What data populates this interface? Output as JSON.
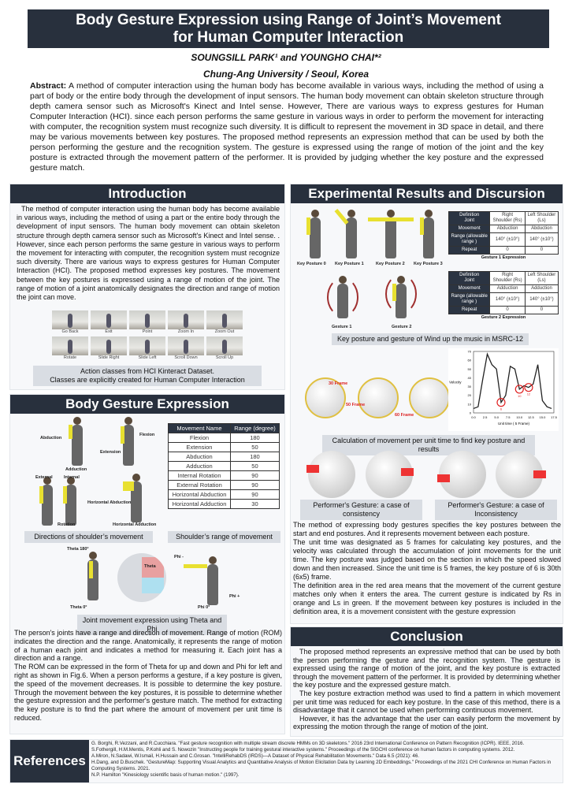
{
  "title": {
    "line1": "Body Gesture Expression using Range of Joint’s Movement",
    "line2": "for Human Computer Interaction"
  },
  "authors": "SOUNGSILL PARK¹ and YOUNGHO CHAI*²",
  "affiliation": "Chung-Ang University / Seoul, Korea",
  "abstract": {
    "label": "Abstract:",
    "text": " A method of computer interaction using the human body has become available in various ways, including the method of using a part of body or the entire body through the development of input sensors. The human body movement can obtain skeleton structure through depth camera sensor such as Microsoft's Kinect and Intel sense. However, There are various ways to express gestures for Human Computer Interaction (HCI). since each person performs the same gesture in various ways in order to perform the movement for interacting with computer, the recognition system must recognize such diversity. It is difficult to represent the movement in 3D space in detail, and there may be various movements between key postures. The proposed method represents an expression method that can be used by both the person performing the gesture and the recognition system. The gesture is expressed using the range of motion of the joint and the key posture is extracted through the movement pattern of the performer. It is provided by judging whether the key posture and the expressed gesture match."
  },
  "introduction": {
    "heading": "Introduction",
    "text": "The method of computer interaction using the human body has become available in various ways, including the method of using a part or the entire body through the development of input sensors. The human body movement can obtain skeleton structure through depth camera sensor such as Microsoft's Kinect and Intel sense. . However, since each person performs the same gesture in various ways to perform the movement for interacting with computer, the recognition system must recognize such diversity. There are various ways to express gestures for Human Computer Interaction (HCI). The proposed method expresses key postures. The movement between the key postures is expressed using a range of motion of the joint. The range of motion of a joint anatomically designates the direction and range of motion the joint can move.",
    "action_classes": [
      "Go Back",
      "Exit",
      "Point",
      "Zoom In",
      "Zoom Out",
      "Rotate",
      "Slide Right",
      "Slide Left",
      "Scroll Down",
      "Scroll Up"
    ],
    "caption1": "Action classes from HCI Kinteract Dataset.",
    "caption2": "Classes are explicitly created for Human Computer Interaction"
  },
  "body_gesture": {
    "heading": "Body Gesture Expression",
    "figure_labels": {
      "abduction": "Abduction",
      "flexion": "Flexion",
      "extension": "Extension",
      "adduction": "Adduction",
      "external": "External",
      "internal": "Internal",
      "rotation": "Rotation",
      "h_abduction": "Horizontal Abduction",
      "h_adduction": "Horizontal Adduction"
    },
    "table_headers": [
      "Movement Name",
      "Range (degree)"
    ],
    "table_rows": [
      [
        "Flexion",
        "180"
      ],
      [
        "Extension",
        "50"
      ],
      [
        "Abduction",
        "180"
      ],
      [
        "Adduction",
        "50"
      ],
      [
        "Internal Rotation",
        "90"
      ],
      [
        "External Rotation",
        "90"
      ],
      [
        "Horizontal Abduction",
        "90"
      ],
      [
        "Horizontal Adduction",
        "30"
      ]
    ],
    "caption_directions": "Directions of shoulder’s movement",
    "caption_range": "Shoulder’s range of movement",
    "theta_phi_labels": {
      "theta180": "Theta 180°",
      "theta0": "Theta 0°",
      "theta": "Theta",
      "phi_plus": "Phi +",
      "phi_minus": "Phi -",
      "phi0": "Phi 0°"
    },
    "caption_theta_phi": "Joint movement expression using Theta and Phi",
    "text": "The person's joints have a range and direction of movement. Range of motion (ROM) indicates the direction and the range. Anatomically, it represents the range of motion of a human each joint and indicates a method for measuring it. Each joint has a direction and a range.\nThe ROM can be expressed in the form of Theta for up and down and Phi for left and right as shown in Fig.6.  When a person performs a gesture, if a key posture is given, the speed of the movement decreases. It is possible to determine the key posture. Through the movement between the key postures, it is possible to determine whether the gesture expression and the performer's gesture match. The method for extracting the key posture is to find the part where the amount of movement per unit time is reduced."
  },
  "experimental": {
    "heading": "Experimental Results and Discursion",
    "key_postures": [
      "Key Posture 0",
      "Key Posture 1",
      "Key Posture 2",
      "Key Posture 3"
    ],
    "gestures": [
      "Gesture 1",
      "Gesture 2"
    ],
    "expr_tables": [
      {
        "caption": "Gesture 1 Expression",
        "def": "Definition",
        "joint": "Joint",
        "cols": [
          "Right Shoulder (Rs)",
          "Left Shoulder (Ls)"
        ],
        "movement_label": "Movement",
        "movement": [
          "Abduction",
          "Abduction"
        ],
        "range_label": "Range (allowable range )",
        "range": [
          "140° (±10°)",
          "140° (±10°)"
        ],
        "repeat_label": "Repeat",
        "repeat": [
          "0",
          "0"
        ]
      },
      {
        "caption": "Gesture 2 Expression",
        "def": "Definition",
        "joint": "Joint",
        "cols": [
          "Right Shoulder (Rs)",
          "Left Shoulder (Ls)"
        ],
        "movement_label": "Movement",
        "movement": [
          "Adduction",
          "Adduction"
        ],
        "range_label": "Range (allowable range )",
        "range": [
          "140° (±10°)",
          "140° (±10°)"
        ],
        "repeat_label": "Repeat",
        "repeat": [
          "0",
          "0"
        ]
      }
    ],
    "caption_wind": "Key posture and gesture of Wind up the music in MSRC-12",
    "frame_labels": [
      "30 Frame",
      "50 Frame",
      "60 Frame"
    ],
    "caption_calc": "Calculation of movement per unit time to find key posture and results",
    "caption_consistency": "Performer's Gesture: a case of consistency",
    "caption_inconsistency": "Performer's Gesture: a case of Inconsistency",
    "text": "The method of expressing body gestures specifies the key postures between the start and end postures. And it represents movement between each posture.\nThe unit time was designated as 5 frames for calculating key postures, and the velocity was calculated through the accumulation of joint movements for the unit time. The key posture was judged based on the section in which the speed slowed down and then increased. Since the unit time is 5 frames, the key posture of 6 is 30th (6x5) frame.\nThe definition area in the red area means that the movement of the current gesture matches only when it enters the area.  The current gesture is indicated by Rs in orange and Ls in green. If the movement between key postures is included in the definition area, it is a movement consistent with the gesture expression"
  },
  "conclusion": {
    "heading": "Conclusion",
    "paragraphs": [
      "The proposed method represents an expressive method that can be used by both the person performing the gesture and the recognition system. The gesture is expressed using the range of motion of the joint, and the key posture is extracted through the movement pattern of the performer. It is provided by determining whether the key posture and the expressed gesture match.",
      "The key posture extraction method was used to find a pattern in which movement per unit time was reduced for each key posture. In the case of this method, there is a disadvantage that it cannot be used when performing continuous movement.",
      "However, it has the advantage that the user can easily perform the movement by expressing the motion through the range of motion of the joint."
    ]
  },
  "references": {
    "heading": "References",
    "items": [
      "G. Borghi, R.Vezzani, and R.Cucchiara. \"Fast gesture recognition with multiple stream discrete HMMs on 3D skeletons.\" 2016 23rd International Conference on Pattern Recognition (ICPR). IEEE, 2016.",
      "S.Fothergill, H.M.Mentis,  P.Kohli and S. Nowozin \"Instructing people for training gestural interactive systems.\" Proceedings of the SIGCHI conference on human factors in computing systems. 2012.",
      "A.Miron, N.Sadawi, W.Ismail, H.Hussain and C.Grosan. \"IntelliRehabDS (IRDS)—A Dataset of Physical Rehabilitation Movements.\" Data 6.5 (2021): 46.",
      "H.Dang, and D.Buschek. \"GestureMap: Supporting Visual Analytics and Quantitative Analysis of Motion Elicitation Data by Learning 2D Embeddings.\" Proceedings of the 2021 CHI Conference on Human Factors in Computing Systems. 2021.",
      "N.P. Hamilton \"Kinesiology scientific basis of human motion.\" (1997)."
    ]
  },
  "chart_data": {
    "type": "line",
    "title": "",
    "xlabel": "Unit time ( 5 Frame)",
    "ylabel": "Velocity",
    "x": [
      0,
      1,
      2,
      3,
      4,
      5,
      6,
      7,
      8,
      9,
      10,
      11,
      12,
      13,
      14,
      15,
      16,
      17
    ],
    "values": [
      5,
      7,
      38,
      67,
      55,
      50,
      12,
      20,
      53,
      50,
      27,
      31,
      29,
      33,
      55,
      14,
      7,
      5
    ],
    "xlim": [
      0,
      17.5
    ],
    "ylim": [
      0,
      70
    ],
    "xticks": [
      "0.0",
      "2.5",
      "5.0",
      "7.5",
      "10.0",
      "12.5",
      "15.0",
      "17.5"
    ],
    "yticks": [
      "0",
      "10",
      "20",
      "30",
      "40",
      "50",
      "60",
      "70"
    ],
    "circled_points": [
      {
        "x": 6,
        "label": "6"
      },
      {
        "x": 10,
        "label": "10"
      },
      {
        "x": 12,
        "label": "12"
      }
    ],
    "line_color": "#222222",
    "marker_color": "#e02020"
  }
}
